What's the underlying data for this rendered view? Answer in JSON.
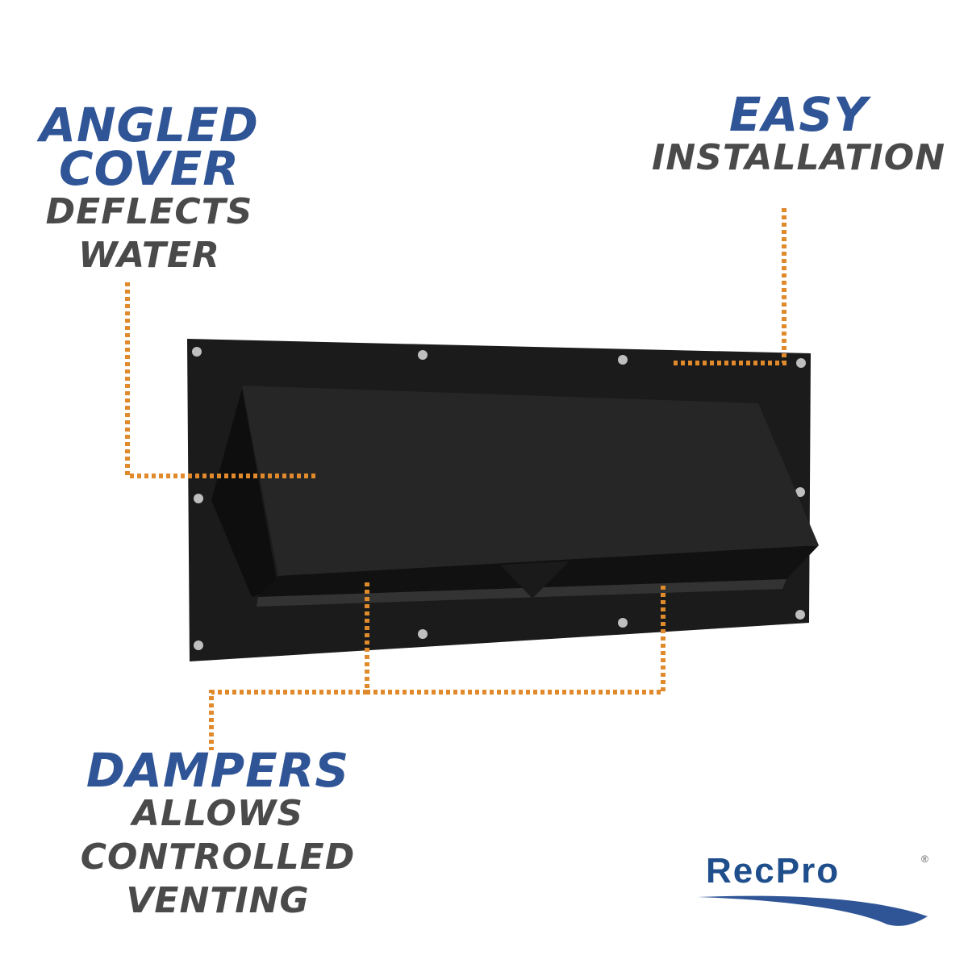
{
  "callouts": {
    "angled": {
      "head1": "ANGLED",
      "head2": "COVER",
      "sub1": "DEFLECTS",
      "sub2": "WATER"
    },
    "easy": {
      "head": "EASY",
      "sub": "INSTALLATION"
    },
    "dampers": {
      "head": "DAMPERS",
      "sub1": "ALLOWS",
      "sub2": "CONTROLLED",
      "sub3": "VENTING"
    }
  },
  "logo": {
    "text": "RecPro",
    "reg": "®"
  },
  "colors": {
    "heading": "#2f5597",
    "subtext": "#4a4a4a",
    "leader": "#e08a2c",
    "product": "#151515"
  }
}
